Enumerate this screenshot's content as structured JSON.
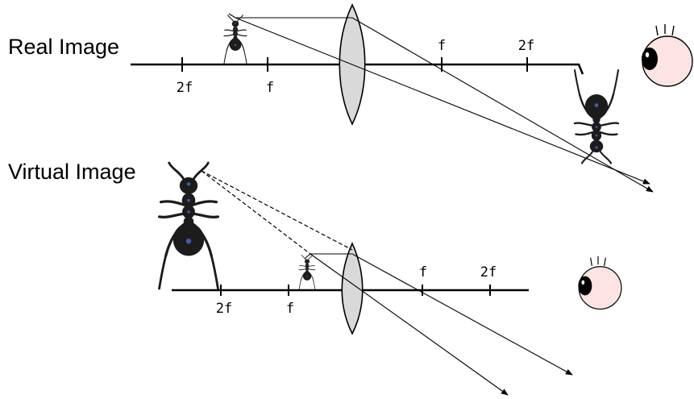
{
  "diagrams": {
    "real": {
      "heading": "Real Image",
      "left_labels": [
        "2f",
        "f"
      ],
      "right_labels": [
        "f",
        "2f"
      ]
    },
    "virtual": {
      "heading": "Virtual Image",
      "left_labels": [
        "2f",
        "f"
      ],
      "right_labels": [
        "f",
        "2f"
      ]
    }
  },
  "colors": {
    "ant_body": "#1c1c1c",
    "ant_highlight": "#3a4a8a",
    "lens_fill": "#d9d9d9",
    "eye_white": "#fde4e4",
    "pupil": "#000000"
  },
  "icons": [
    "ant-icon",
    "eye-icon",
    "lens-icon",
    "arrowhead-icon"
  ]
}
